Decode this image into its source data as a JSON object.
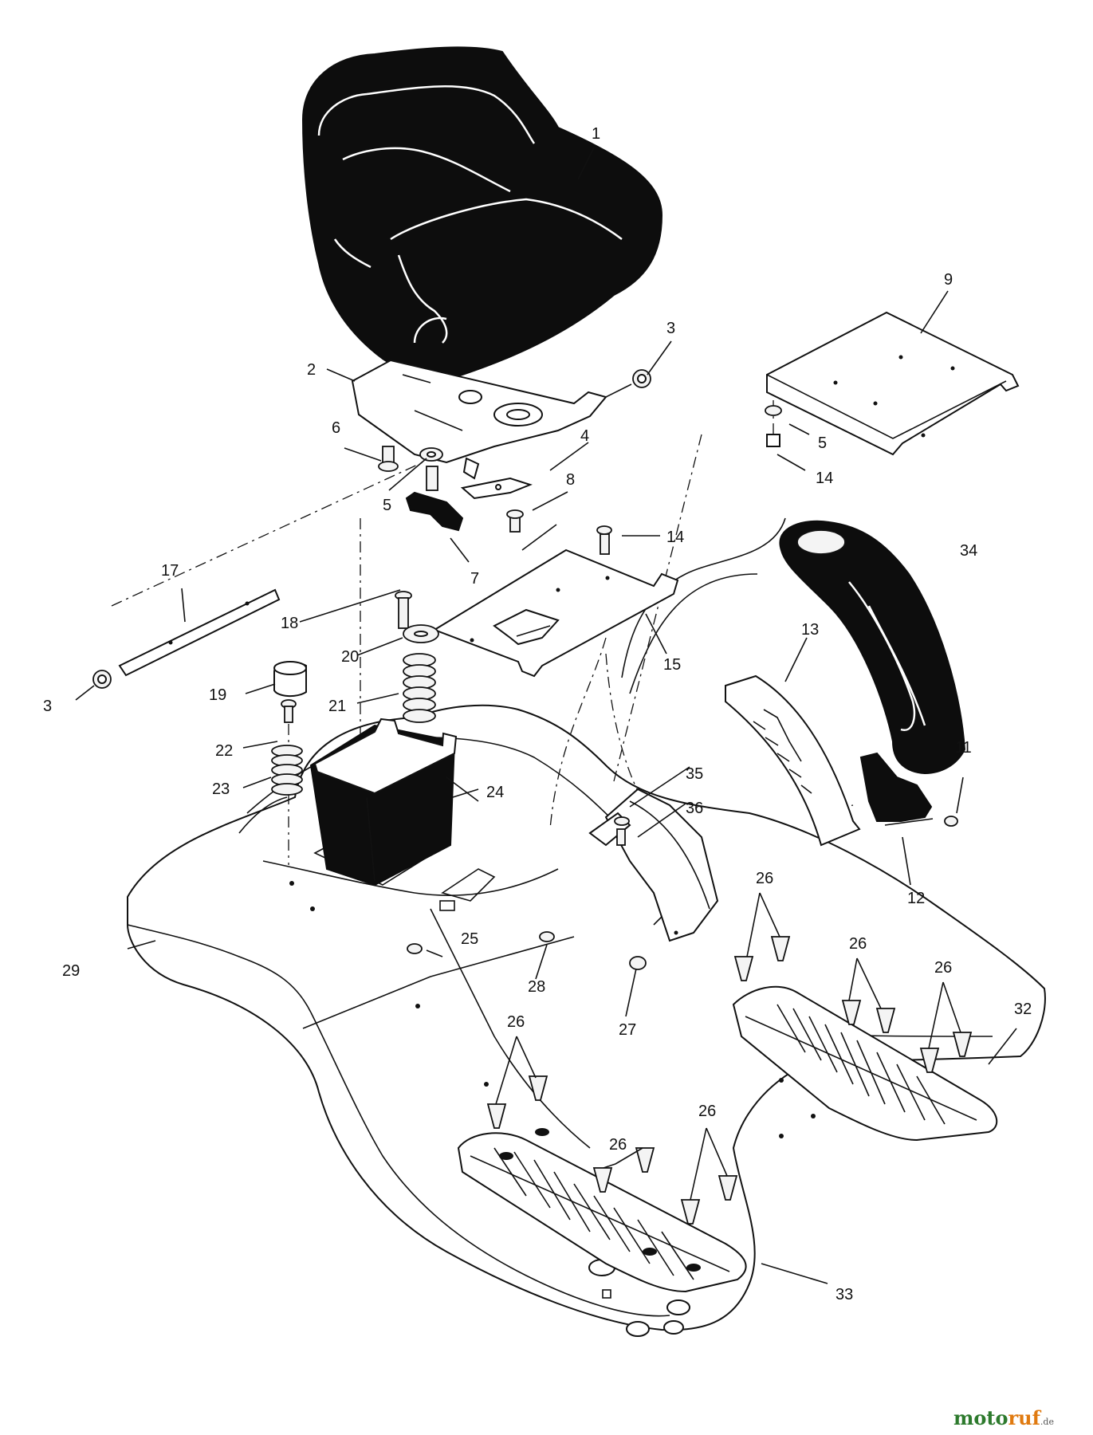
{
  "callouts": [
    {
      "id": "c1",
      "text": "1"
    },
    {
      "id": "c2",
      "text": "2"
    },
    {
      "id": "c3a",
      "text": "3"
    },
    {
      "id": "c3b",
      "text": "3"
    },
    {
      "id": "c4",
      "text": "4"
    },
    {
      "id": "c5a",
      "text": "5"
    },
    {
      "id": "c5b",
      "text": "5"
    },
    {
      "id": "c6",
      "text": "6"
    },
    {
      "id": "c7",
      "text": "7"
    },
    {
      "id": "c8",
      "text": "8"
    },
    {
      "id": "c9",
      "text": "9"
    },
    {
      "id": "c11",
      "text": "11"
    },
    {
      "id": "c12",
      "text": "12"
    },
    {
      "id": "c13",
      "text": "13"
    },
    {
      "id": "c14a",
      "text": "14"
    },
    {
      "id": "c14b",
      "text": "14"
    },
    {
      "id": "c15",
      "text": "15"
    },
    {
      "id": "c17",
      "text": "17"
    },
    {
      "id": "c18",
      "text": "18"
    },
    {
      "id": "c19",
      "text": "19"
    },
    {
      "id": "c20",
      "text": "20"
    },
    {
      "id": "c21",
      "text": "21"
    },
    {
      "id": "c22",
      "text": "22"
    },
    {
      "id": "c23",
      "text": "23"
    },
    {
      "id": "c24",
      "text": "24"
    },
    {
      "id": "c25",
      "text": "25"
    },
    {
      "id": "c26a",
      "text": "26"
    },
    {
      "id": "c26b",
      "text": "26"
    },
    {
      "id": "c26c",
      "text": "26"
    },
    {
      "id": "c26d",
      "text": "26"
    },
    {
      "id": "c26e",
      "text": "26"
    },
    {
      "id": "c26f",
      "text": "26"
    },
    {
      "id": "c27",
      "text": "27"
    },
    {
      "id": "c28",
      "text": "28"
    },
    {
      "id": "c29",
      "text": "29"
    },
    {
      "id": "c32",
      "text": "32"
    },
    {
      "id": "c33",
      "text": "33"
    },
    {
      "id": "c34",
      "text": "34"
    },
    {
      "id": "c35",
      "text": "35"
    },
    {
      "id": "c36",
      "text": "36"
    }
  ],
  "watermark": {
    "part1": "moto",
    "part2": "ruf",
    "suffix": ".de"
  },
  "colors": {
    "ink": "#111111",
    "background": "#ffffff",
    "watermark_green": "#2d7a2d",
    "watermark_orange": "#e07a10"
  }
}
